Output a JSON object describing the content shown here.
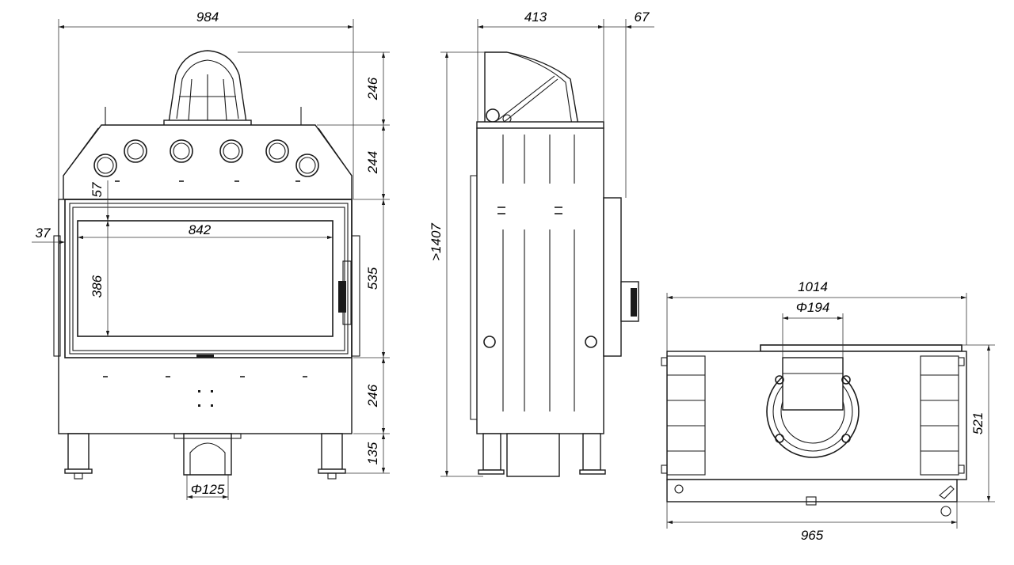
{
  "dimensions": {
    "front_width": "984",
    "top_box_height": "246",
    "upper_body_height": "244",
    "glass_top_offset": "57",
    "side_offset": "37",
    "glass_width": "842",
    "glass_height": "386",
    "door_height": "535",
    "lower_body_height": "246",
    "leg_height": "135",
    "front_outlet_diameter": "Φ125",
    "side_depth": "413",
    "side_extra": "67",
    "total_height": ">1407",
    "top_width": "1014",
    "top_outlet_diameter": "Φ194",
    "top_depth": "521",
    "base_width": "965"
  }
}
